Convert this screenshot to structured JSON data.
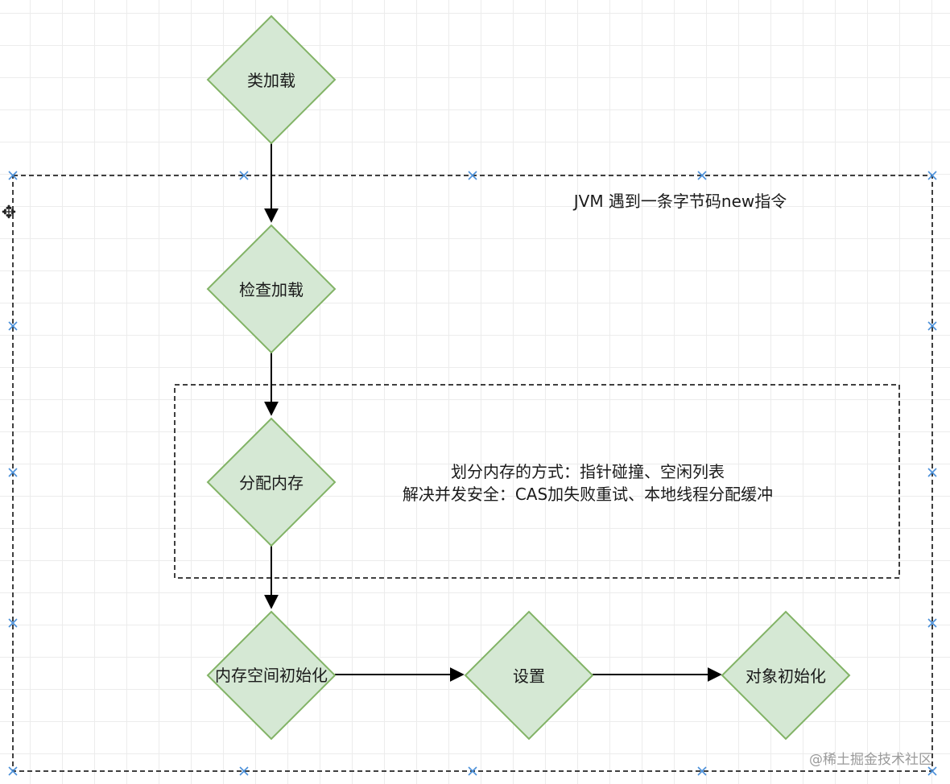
{
  "diagram": {
    "nodes": {
      "class_load": "类加载",
      "check_load": "检查加载",
      "alloc_memory": "分配内存",
      "mem_init": "内存空间初始化",
      "setup": "设置",
      "obj_init": "对象初始化"
    },
    "outer_group_label": "JVM 遇到一条字节码new指令",
    "alloc_note_line1": "划分内存的方式：指针碰撞、空闲列表",
    "alloc_note_line2": "解决并发安全：CAS加失败重试、本地线程分配缓冲"
  },
  "colors": {
    "node_fill": "#d5e8d4",
    "node_stroke": "#82b366",
    "edge": "#000000",
    "handle": "#4a90d9"
  },
  "watermark": "@稀土掘金技术社区",
  "cursor_icon": "move-cursor-icon"
}
